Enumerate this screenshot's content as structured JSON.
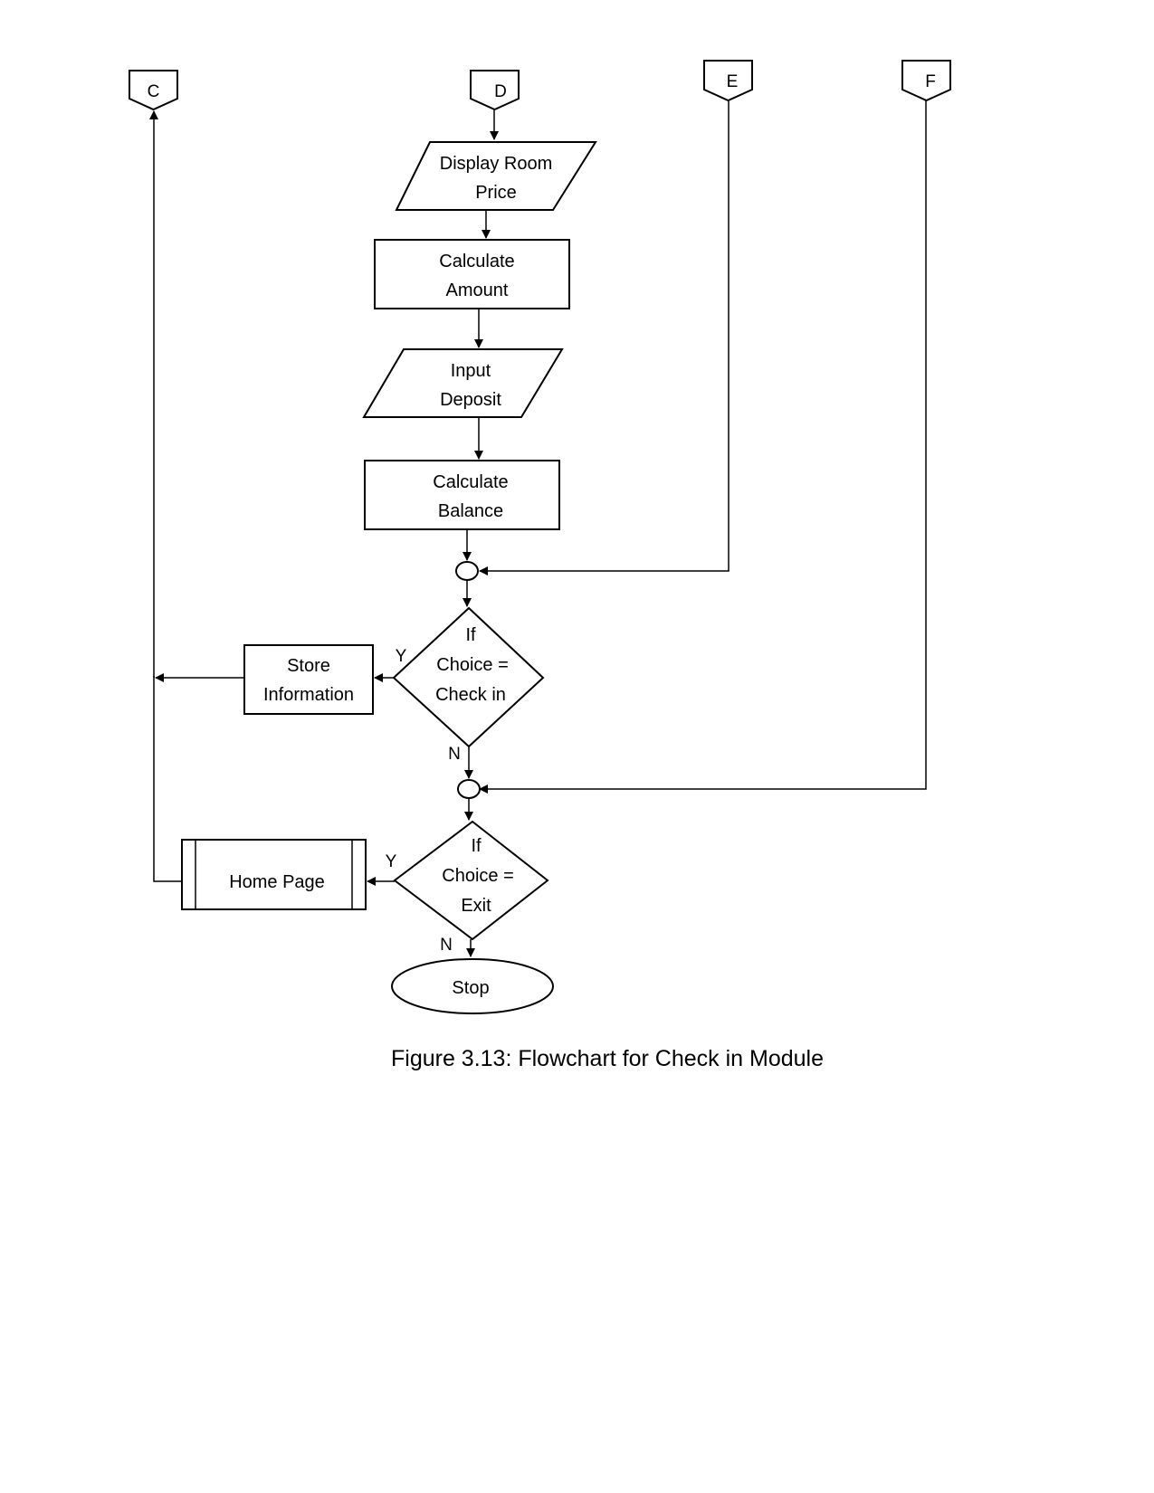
{
  "connectors": {
    "c": "C",
    "d": "D",
    "e": "E",
    "f": "F"
  },
  "nodes": {
    "display_room_price": [
      "Display Room",
      "Price"
    ],
    "calculate_amount": [
      "Calculate",
      "Amount"
    ],
    "input_deposit": [
      "Input",
      "Deposit"
    ],
    "calculate_balance": [
      "Calculate",
      "Balance"
    ],
    "decision_checkin": [
      "If",
      "Choice =",
      "Check in"
    ],
    "store_information": [
      "Store",
      "Information"
    ],
    "decision_exit": [
      "If",
      "Choice =",
      "Exit"
    ],
    "home_page": "Home Page",
    "stop": "Stop"
  },
  "branch_labels": {
    "checkin_yes": "Y",
    "checkin_no": "N",
    "exit_yes": "Y",
    "exit_no": "N"
  },
  "caption": "Figure 3.13: Flowchart for Check in Module"
}
